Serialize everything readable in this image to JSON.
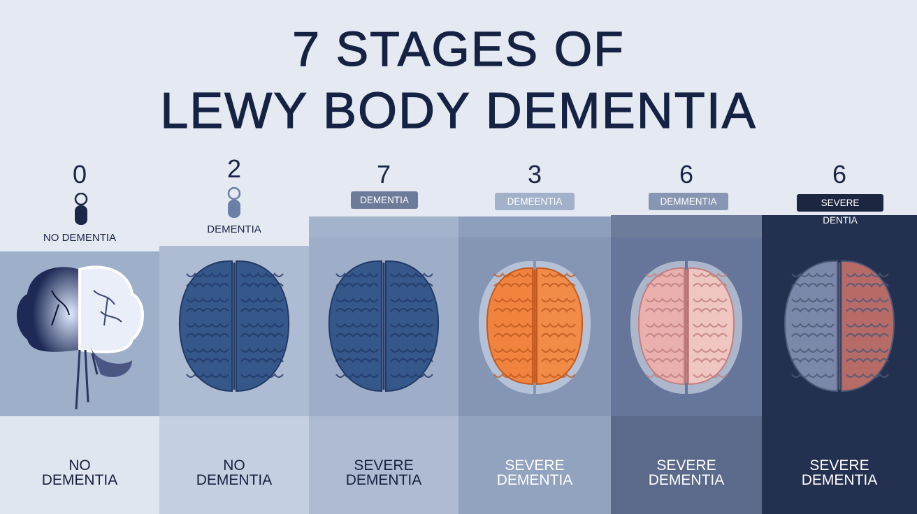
{
  "title": {
    "line1": "7 STAGES OF",
    "line2": "LEWY BODY DEMENTIA"
  },
  "stages": [
    {
      "number": "0",
      "label": "NO DEMENTIA",
      "bottom_line1": "NO",
      "bottom_line2": "DEMENTIA",
      "brain_style": "diagram",
      "icon": "person-icon"
    },
    {
      "number": "2",
      "label": "DEMENTIA",
      "bottom_line1": "NO",
      "bottom_line2": "DEMENTIA",
      "brain_style": "blue",
      "icon": "person-icon"
    },
    {
      "number": "7",
      "label": "DEMENTIA",
      "bottom_line1": "SEVERE",
      "bottom_line2": "DEMENTIA",
      "brain_style": "blue"
    },
    {
      "number": "3",
      "label": "DEMEENTIA",
      "bottom_line1": "SEVERE",
      "bottom_line2": "DEMENTIA",
      "brain_style": "orange"
    },
    {
      "number": "6",
      "label": "DEMMENTIA",
      "bottom_line1": "SEVERE",
      "bottom_line2": "DEMENTIA",
      "brain_style": "pink"
    },
    {
      "number": "6",
      "label": "SEVERE DENTIA",
      "bottom_line1": "SEVERE",
      "bottom_line2": "DEMENTIA",
      "brain_style": "grey-red"
    }
  ],
  "colors": {
    "title": "#152243",
    "background": "#e4e9f2",
    "darkest_panel": "#23304f",
    "orange_brain": "#f08a4a",
    "pink_brain": "#e7a8a6",
    "blue_brain": "#3b5b8e"
  }
}
